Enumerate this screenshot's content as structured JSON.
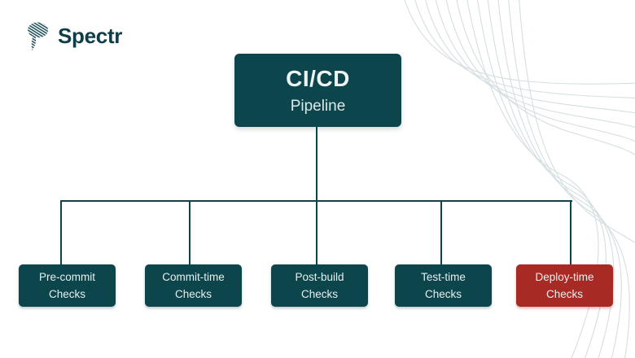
{
  "brand": {
    "name": "Spectr",
    "icon": "scribble-wave-icon"
  },
  "colors": {
    "node_teal": "#0d454c",
    "node_red": "#a82a24",
    "connector": "#0c434c",
    "node_text": "#e7efee",
    "logo_text": "#0e3d49",
    "background_wave": "#d5dee1",
    "background": "#ffffff"
  },
  "diagram": {
    "root": {
      "title": "CI/CD",
      "subtitle": "Pipeline"
    },
    "children": [
      {
        "line1": "Pre-commit",
        "line2": "Checks",
        "variant": "teal"
      },
      {
        "line1": "Commit-time",
        "line2": "Checks",
        "variant": "teal"
      },
      {
        "line1": "Post-build",
        "line2": "Checks",
        "variant": "teal"
      },
      {
        "line1": "Test-time",
        "line2": "Checks",
        "variant": "teal"
      },
      {
        "line1": "Deploy-time",
        "line2": "Checks",
        "variant": "red"
      }
    ]
  }
}
